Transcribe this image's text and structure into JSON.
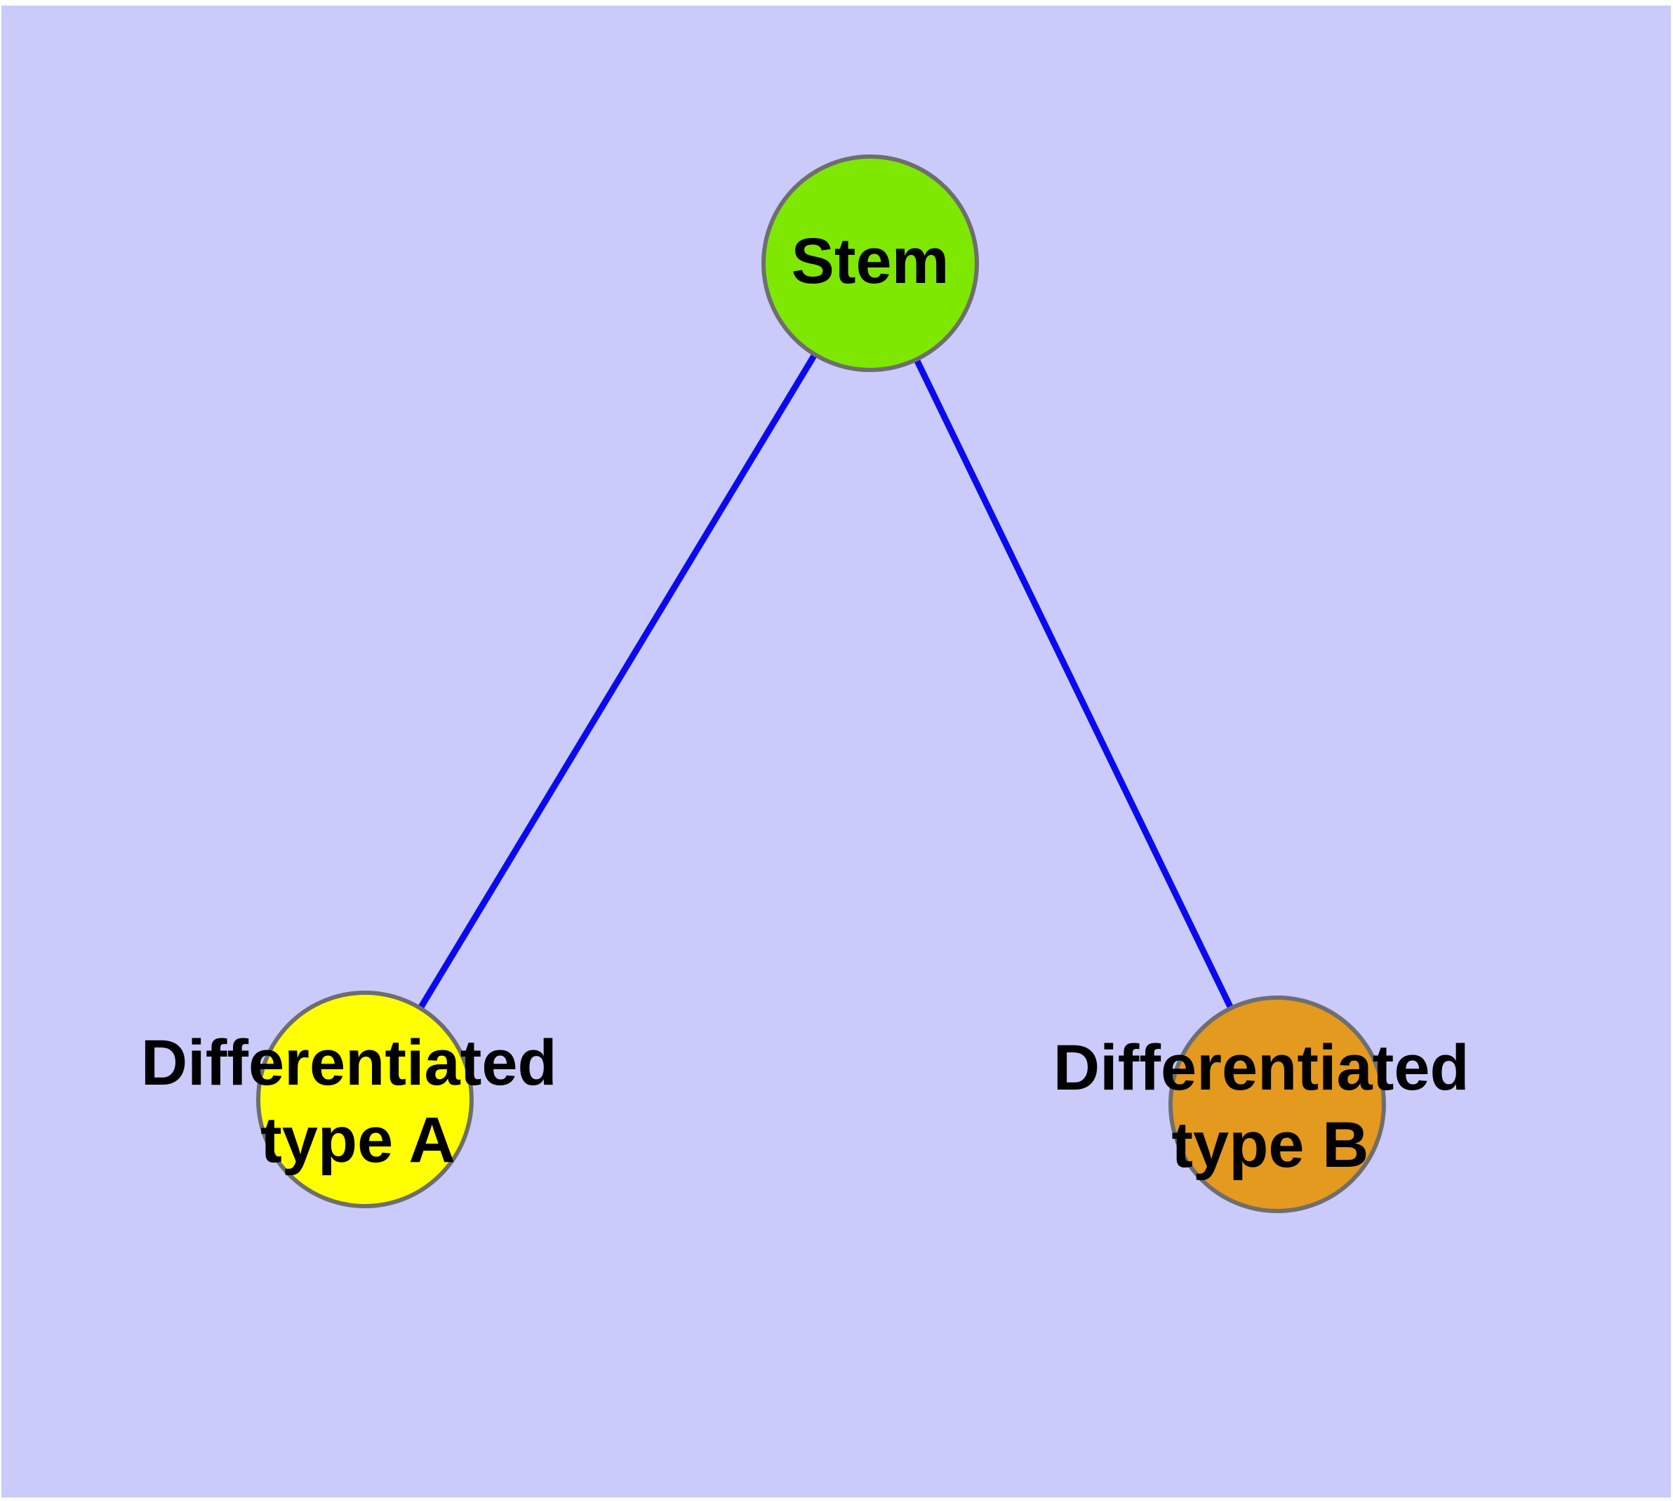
{
  "diagram": {
    "type": "network-graph",
    "background_color": "#cacbfa",
    "frame_color": "#ffffff",
    "edge_color": "#0a0aee",
    "node_border_color": "#6e6e6e",
    "label_color": "#000000",
    "nodes": [
      {
        "id": "stem",
        "label": "Stem",
        "label_lines": [
          "Stem"
        ],
        "fill": "#7ee800"
      },
      {
        "id": "differentiated-type-a",
        "label": "Differentiated type A",
        "label_lines": [
          "Differentiated",
          "type A"
        ],
        "fill": "#ffff00"
      },
      {
        "id": "differentiated-type-b",
        "label": "Differentiated type B",
        "label_lines": [
          "Differentiated",
          "type B"
        ],
        "fill": "#e4991f"
      }
    ],
    "edges": [
      {
        "from": "Stem",
        "to": "Differentiated type A"
      },
      {
        "from": "Stem",
        "to": "Differentiated type B"
      }
    ]
  }
}
